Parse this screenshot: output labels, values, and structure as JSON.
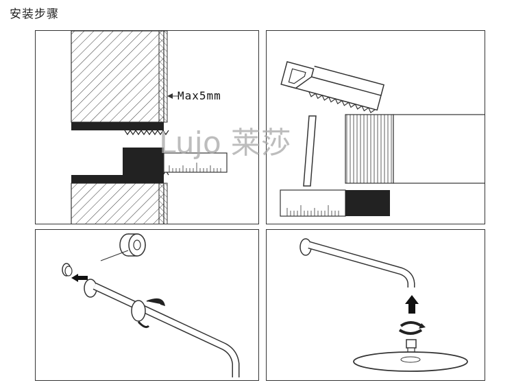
{
  "page": {
    "title": "安装步骤"
  },
  "panels": {
    "step1": {
      "annotation": "Max5mm"
    },
    "step2": {},
    "step3": {},
    "step4": {}
  },
  "watermark": {
    "brand": "Lujo 莱莎"
  },
  "colors": {
    "line": "#333333",
    "fill_dark": "#222222",
    "arrow": "#111111"
  }
}
